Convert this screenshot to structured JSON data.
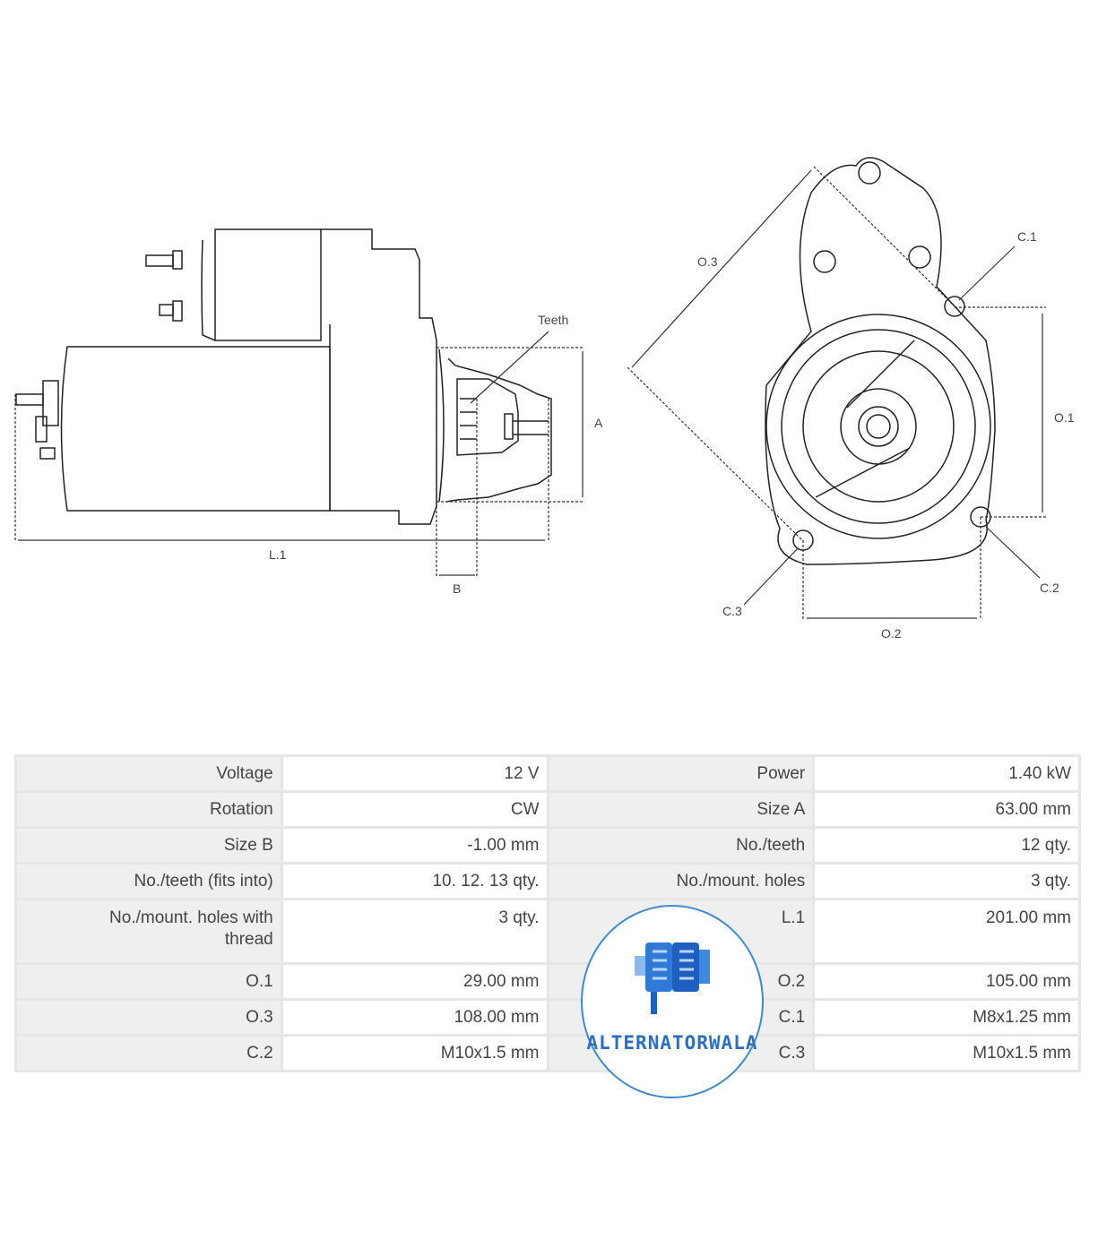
{
  "diagram": {
    "side_view_labels": {
      "teeth": "Teeth",
      "a": "A",
      "b": "B",
      "l1": "L.1"
    },
    "front_view_labels": {
      "o1": "O.1",
      "o2": "O.2",
      "o3": "O.3",
      "c1": "C.1",
      "c2": "C.2",
      "c3": "C.3"
    }
  },
  "specs": {
    "rows": [
      {
        "k1": "Voltage",
        "v1": "12 V",
        "k2": "Power",
        "v2": "1.40 kW"
      },
      {
        "k1": "Rotation",
        "v1": "CW",
        "k2": "Size A",
        "v2": "63.00 mm"
      },
      {
        "k1": "Size B",
        "v1": "-1.00 mm",
        "k2": "No./teeth",
        "v2": "12 qty."
      },
      {
        "k1": "No./teeth (fits into)",
        "v1": "10. 12. 13 qty.",
        "k2": "No./mount. holes",
        "v2": "3 qty."
      },
      {
        "k1": "No./mount. holes with thread",
        "v1": "3 qty.",
        "k2": "L.1",
        "v2": "201.00 mm"
      },
      {
        "k1": "O.1",
        "v1": "29.00 mm",
        "k2": "O.2",
        "v2": "105.00 mm"
      },
      {
        "k1": "O.3",
        "v1": "108.00 mm",
        "k2": "C.1",
        "v2": "M8x1.25 mm"
      },
      {
        "k1": "C.2",
        "v1": "M10x1.5 mm",
        "k2": "C.3",
        "v2": "M10x1.5 mm"
      }
    ]
  },
  "logo": {
    "text": "ALTERNATORWALA",
    "color": "#2a6fc2"
  }
}
